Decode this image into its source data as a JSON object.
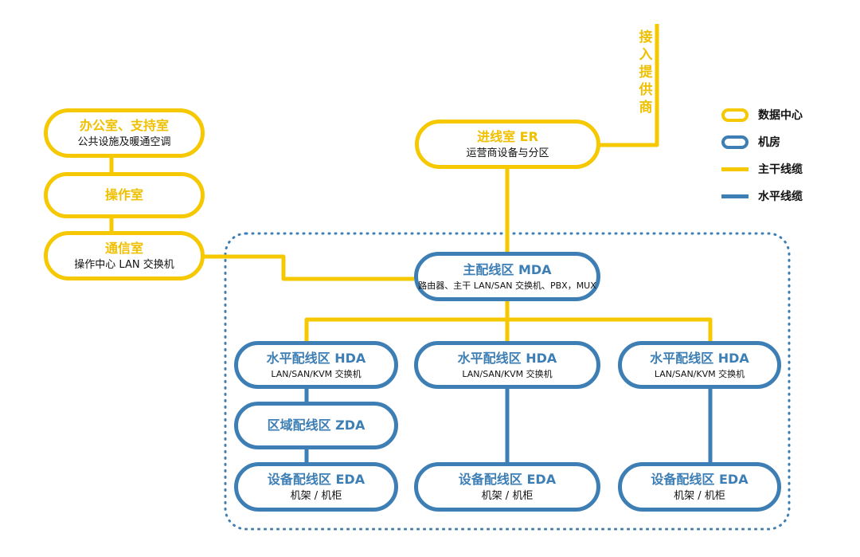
{
  "colors": {
    "data_center": "#f5c800",
    "room": "#3d7fb5"
  },
  "access_provider": "接入提供商",
  "legend": {
    "data_center": "数据中心",
    "room": "机房",
    "backbone_cable": "主干线缆",
    "horizontal_cable": "水平线缆"
  },
  "nodes": {
    "office": {
      "title": "办公室、支持室",
      "sub": "公共设施及暖通空调"
    },
    "operations": {
      "title": "操作室"
    },
    "telecom": {
      "title": "通信室",
      "sub": "操作中心 LAN 交换机"
    },
    "er": {
      "title": "进线室 ER",
      "sub": "运营商设备与分区"
    },
    "mda": {
      "title": "主配线区 MDA",
      "sub": "路由器、主干 LAN/SAN 交换机、PBX，MUX"
    },
    "hda_left": {
      "title": "水平配线区 HDA",
      "sub": "LAN/SAN/KVM 交换机"
    },
    "hda_mid": {
      "title": "水平配线区 HDA",
      "sub": "LAN/SAN/KVM 交换机"
    },
    "hda_right": {
      "title": "水平配线区 HDA",
      "sub": "LAN/SAN/KVM 交换机"
    },
    "zda": {
      "title": "区域配线区 ZDA"
    },
    "eda_left": {
      "title": "设备配线区 EDA",
      "sub": "机架 / 机柜"
    },
    "eda_mid": {
      "title": "设备配线区 EDA",
      "sub": "机架 / 机柜"
    },
    "eda_right": {
      "title": "设备配线区 EDA",
      "sub": "机架 / 机柜"
    }
  }
}
